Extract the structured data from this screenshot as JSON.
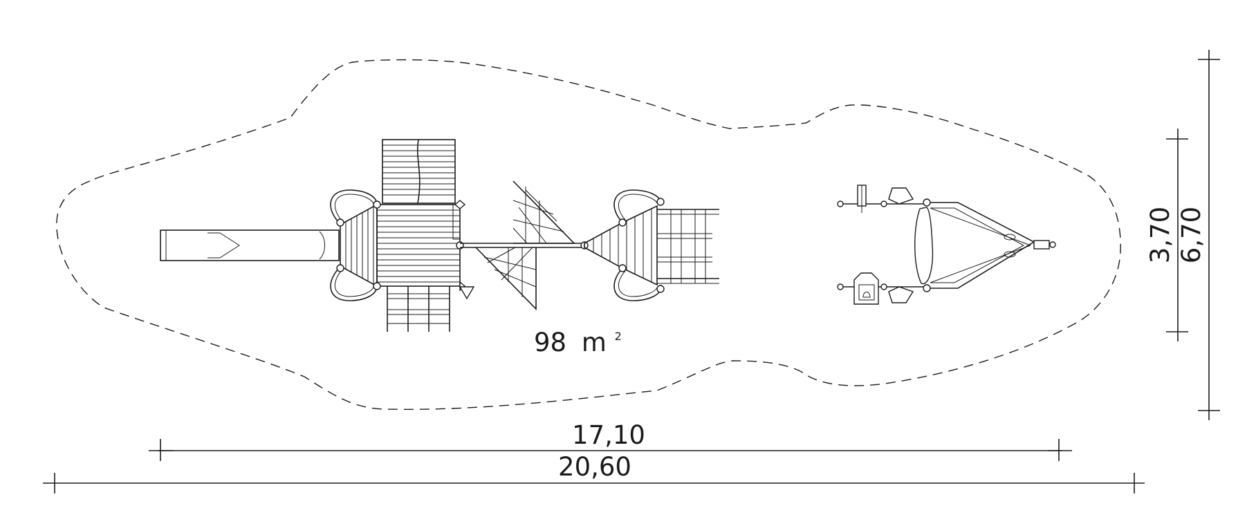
{
  "plan": {
    "area_value": "98",
    "area_unit": "m",
    "area_exponent": "2"
  },
  "dimensions": {
    "inner_width": "17,10",
    "outer_width": "20,60",
    "inner_depth": "3,70",
    "outer_depth": "6,70"
  },
  "colors": {
    "ink": "#1a1a1a",
    "background": "#ffffff"
  }
}
